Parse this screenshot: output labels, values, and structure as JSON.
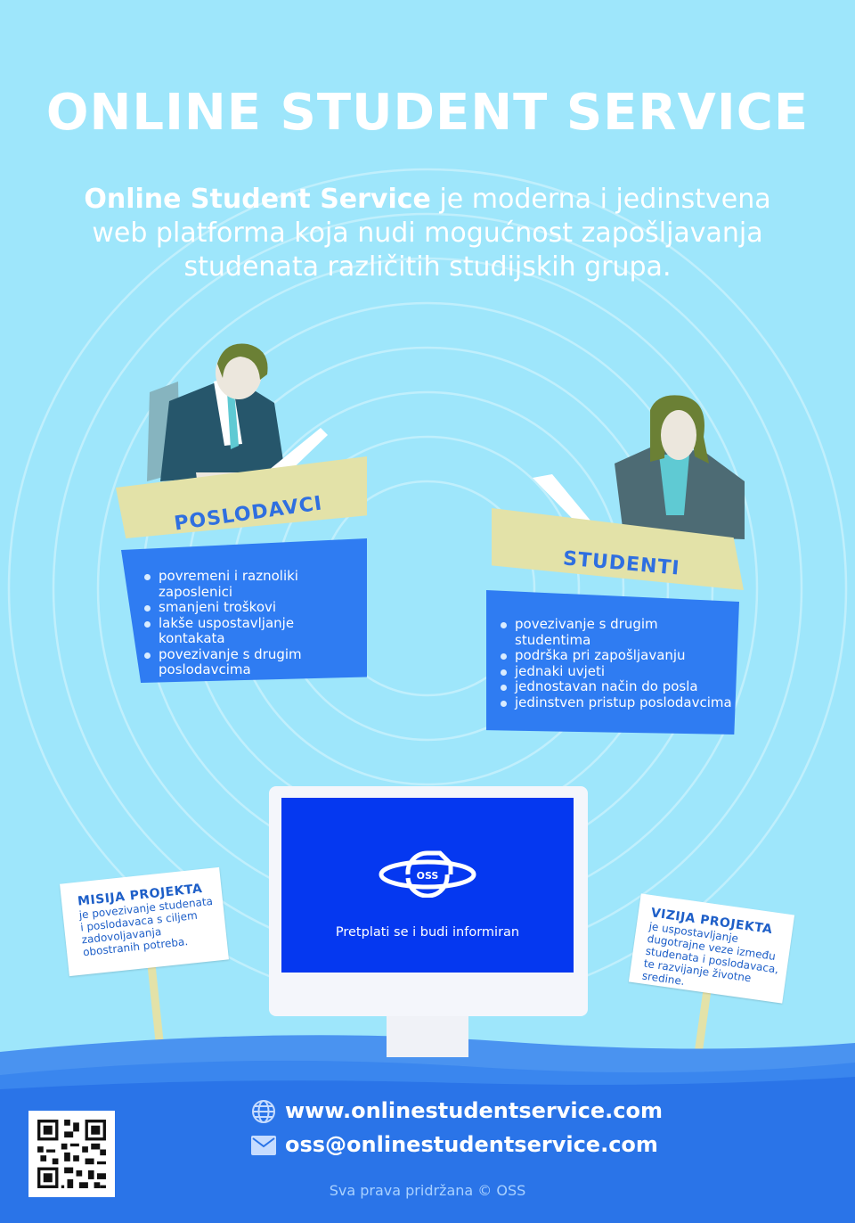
{
  "title": "ONLINE STUDENT SERVICE",
  "intro": {
    "bold": "Online Student Service",
    "rest": " je moderna i jedinstvena web platforma koja nudi mogućnost zapošljavanja studenata različitih studijskih grupa."
  },
  "employers": {
    "label": "POSLODAVCI",
    "items": [
      "povremeni i raznoliki zaposlenici",
      "smanjeni troškovi",
      "lakše uspostavljanje kontakata",
      "povezivanje s drugim poslodavcima"
    ]
  },
  "students": {
    "label": "STUDENTI",
    "items": [
      "povezivanje s drugim studentima",
      "podrška pri zapošljavanju",
      "jednaki uvjeti",
      "jednostavan način do posla",
      "jedinstven pristup poslodavcima"
    ]
  },
  "mission": {
    "heading": "MISIJA PROJEKTA",
    "lines": [
      "je povezivanje studenata",
      "i poslodavaca s ciljem",
      "zadovoljavanja",
      "obostranih potreba."
    ]
  },
  "vision": {
    "heading": "VIZIJA PROJEKTA",
    "lines": [
      "je uspostavljanje",
      "dugotrajne veze između",
      "studenata i poslodavaca,",
      "te razvijanje životne sredine."
    ]
  },
  "monitor": {
    "logo_text": "OSS",
    "subscribe_text": "Pretplati se i budi informiran"
  },
  "footer": {
    "website": "www.onlinestudentservice.com",
    "email": "oss@onlinestudentservice.com",
    "copyright": "Sva prava pridržana © OSS"
  },
  "colors": {
    "background": "#9ee6fb",
    "card_blue": "#2f7cf2",
    "banner": "#e3e2a8",
    "screen": "#0538f0",
    "footer_blue": "#2a74e8"
  },
  "icons": [
    "globe-icon",
    "envelope-icon",
    "qr-code-icon",
    "oss-logo-icon"
  ]
}
